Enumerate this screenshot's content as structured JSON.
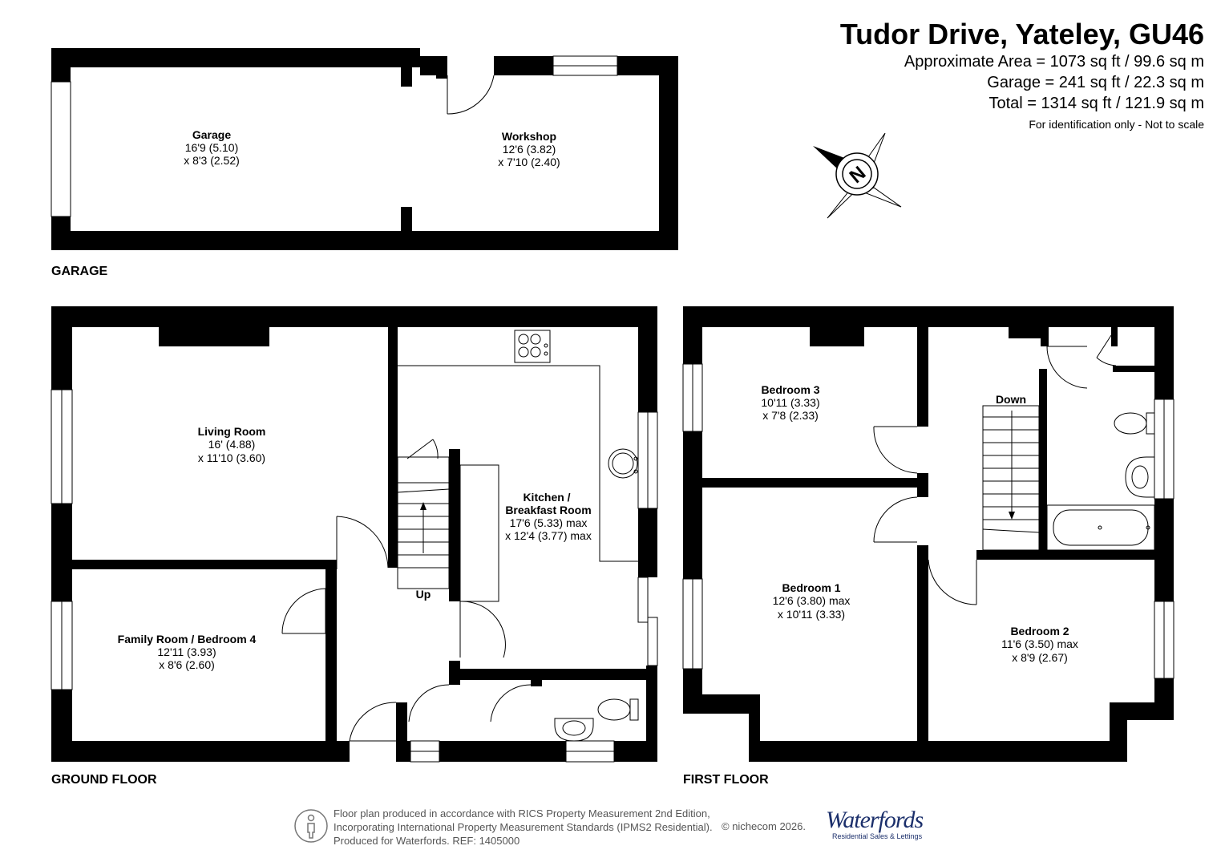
{
  "header": {
    "title": "Tudor Drive, Yateley, GU46",
    "approx_area": "Approximate Area = 1073 sq ft / 99.6 sq m",
    "garage_area": "Garage = 241 sq ft / 22.3 sq m",
    "total_area": "Total = 1314 sq ft / 121.9 sq m",
    "note": "For identification only - Not to scale"
  },
  "compass": {
    "label": "N",
    "icon": "compass-icon"
  },
  "floors": {
    "garage": "GARAGE",
    "ground": "GROUND FLOOR",
    "first": "FIRST FLOOR"
  },
  "rooms": {
    "garage": {
      "name": "Garage",
      "dim1": "16'9 (5.10)",
      "dim2": "x 8'3 (2.52)"
    },
    "workshop": {
      "name": "Workshop",
      "dim1": "12'6 (3.82)",
      "dim2": "x 7'10 (2.40)"
    },
    "living": {
      "name": "Living Room",
      "dim1": "16' (4.88)",
      "dim2": "x 11'10 (3.60)"
    },
    "family": {
      "name": "Family Room / Bedroom 4",
      "dim1": "12'11 (3.93)",
      "dim2": "x 8'6 (2.60)"
    },
    "kitchen": {
      "name1": "Kitchen /",
      "name2": "Breakfast Room",
      "dim1": "17'6 (5.33) max",
      "dim2": "x 12'4 (3.77) max"
    },
    "bedroom3": {
      "name": "Bedroom 3",
      "dim1": "10'11 (3.33)",
      "dim2": "x 7'8 (2.33)"
    },
    "bedroom1": {
      "name": "Bedroom 1",
      "dim1": "12'6 (3.80) max",
      "dim2": "x 10'11 (3.33)"
    },
    "bedroom2": {
      "name": "Bedroom 2",
      "dim1": "11'6 (3.50) max",
      "dim2": "x 8'9 (2.67)"
    }
  },
  "stairs": {
    "up": "Up",
    "down": "Down"
  },
  "footer": {
    "line1": "Floor plan produced in accordance with RICS Property Measurement 2nd Edition,",
    "line2": "Incorporating International Property Measurement Standards (IPMS2 Residential).",
    "line3": "Produced for Waterfords.   REF: 1405000",
    "copyright": "© nichecom 2026.",
    "brand": "Waterfords",
    "brand_sub": "Residential Sales & Lettings",
    "info_icon": "info-person-icon"
  }
}
